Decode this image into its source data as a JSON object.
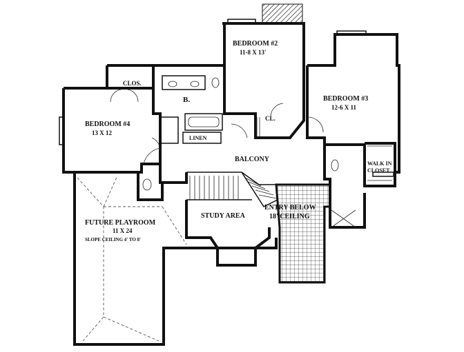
{
  "rooms": {
    "bedroom2": {
      "name": "BEDROOM #2",
      "dims": "11-8 X 13'"
    },
    "bedroom3": {
      "name": "BEDROOM #3",
      "dims": "12-6 X 11"
    },
    "bedroom4": {
      "name": "BEDROOM #4",
      "dims": "13 X 12"
    },
    "playroom": {
      "name": "FUTURE PLAYROOM",
      "dims": "11 X 24",
      "note": "SLOPE CEILING 4' TO 8'"
    },
    "balcony": "BALCONY",
    "study": "STUDY AREA",
    "entry": {
      "line1": "ENTRY BELOW",
      "line2": "18' CEILING"
    },
    "walkin": {
      "line1": "WALK IN",
      "line2": "CLOSET"
    },
    "clos": "CLOS.",
    "cl": "CL.",
    "bath": "B.",
    "linen": "LINEN"
  }
}
